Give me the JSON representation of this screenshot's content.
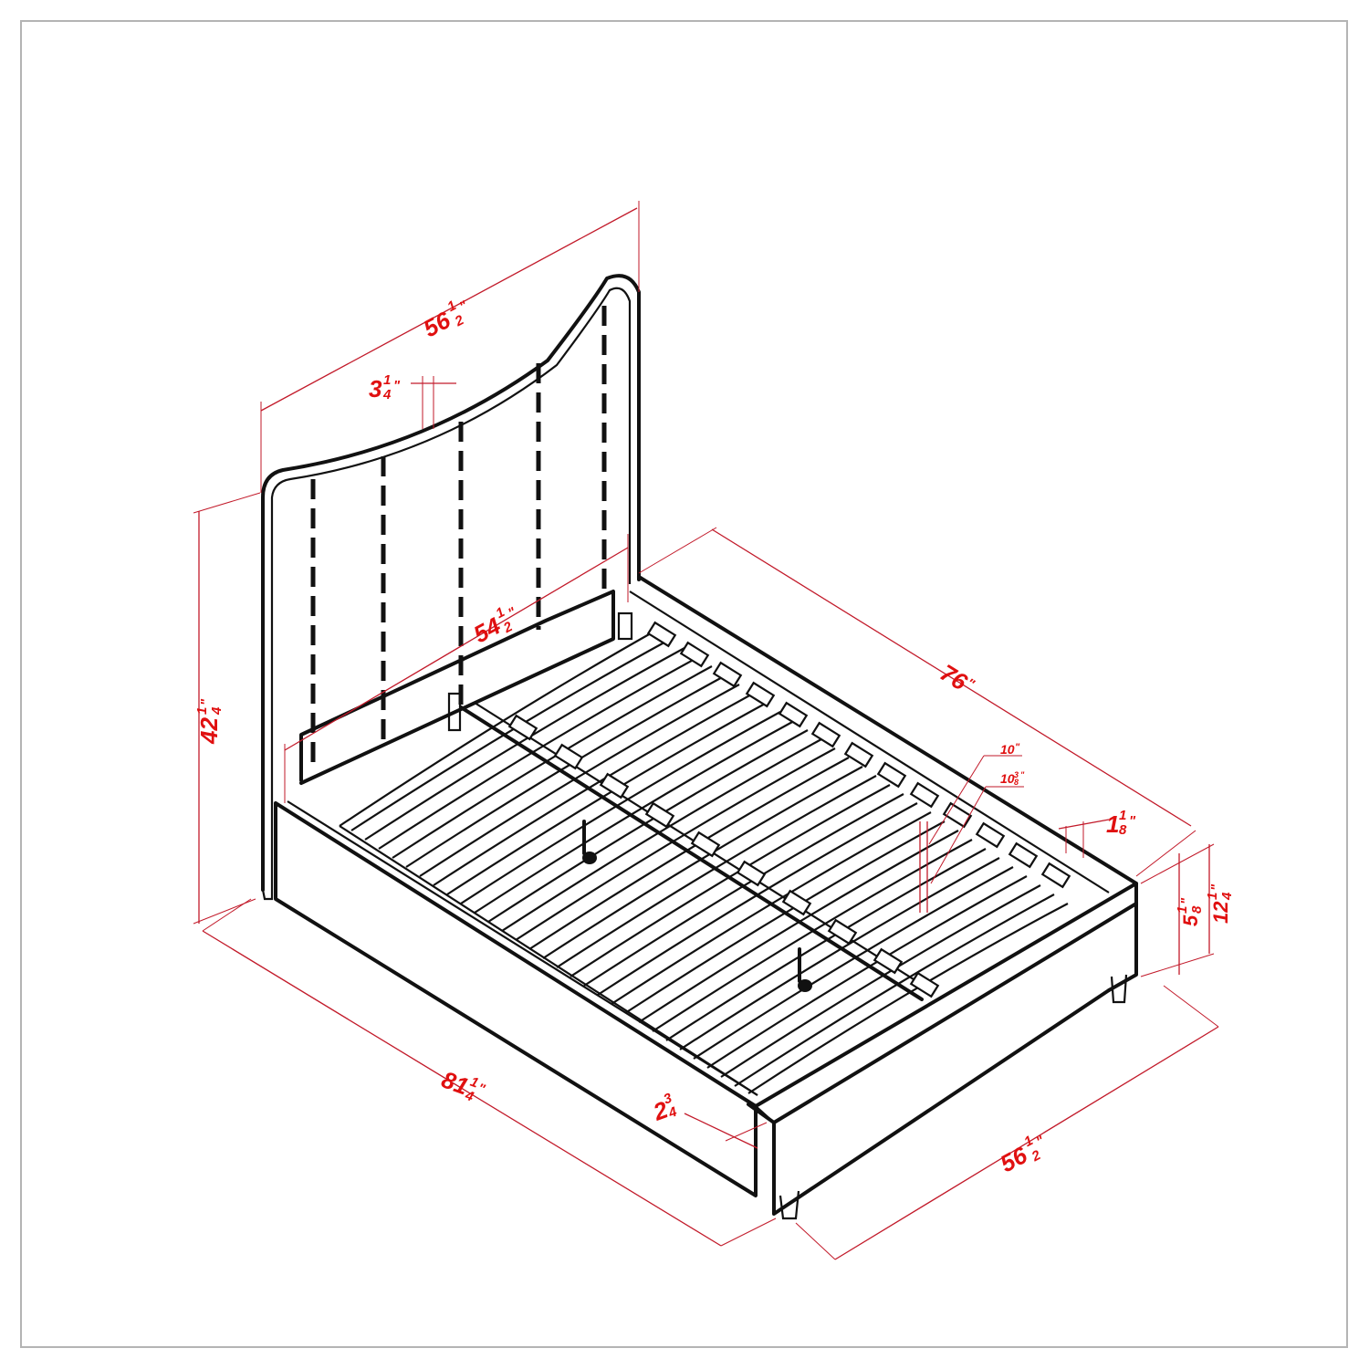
{
  "diagram": {
    "subject": "Upholstered platform bed with curved channel-tufted headboard, isometric dimension drawing",
    "border_color": "#b4b4b4",
    "line_color": "#111111",
    "dimension_color": "#e01010",
    "dimensions": {
      "headboard_width": {
        "whole": "56",
        "num": "1",
        "den": "2",
        "unit": "\""
      },
      "channel_width": {
        "whole": "3",
        "num": "1",
        "den": "4",
        "unit": "\""
      },
      "inner_width": {
        "whole": "54",
        "num": "1",
        "den": "2",
        "unit": "\""
      },
      "total_height": {
        "whole": "42",
        "num": "1",
        "den": "4",
        "unit": "\""
      },
      "side_rail_length": {
        "whole": "76",
        "unit": "\""
      },
      "slat_width_a": {
        "whole": "10",
        "unit": "\""
      },
      "slat_width_b": {
        "whole": "10",
        "num": "3",
        "den": "8",
        "unit": "\""
      },
      "rail_thickness": {
        "whole": "1",
        "num": "1",
        "den": "8",
        "unit": "\""
      },
      "leg_height": {
        "whole": "5",
        "num": "1",
        "den": "8",
        "unit": "\""
      },
      "rail_height": {
        "whole": "12",
        "num": "1",
        "den": "4",
        "unit": "\""
      },
      "total_length": {
        "whole": "81",
        "num": "1",
        "den": "4",
        "unit": "\""
      },
      "footboard_thickness": {
        "whole": "2",
        "num": "3",
        "den": "4",
        "unit": "\""
      },
      "total_width": {
        "whole": "56",
        "num": "1",
        "den": "2",
        "unit": "\""
      }
    }
  }
}
